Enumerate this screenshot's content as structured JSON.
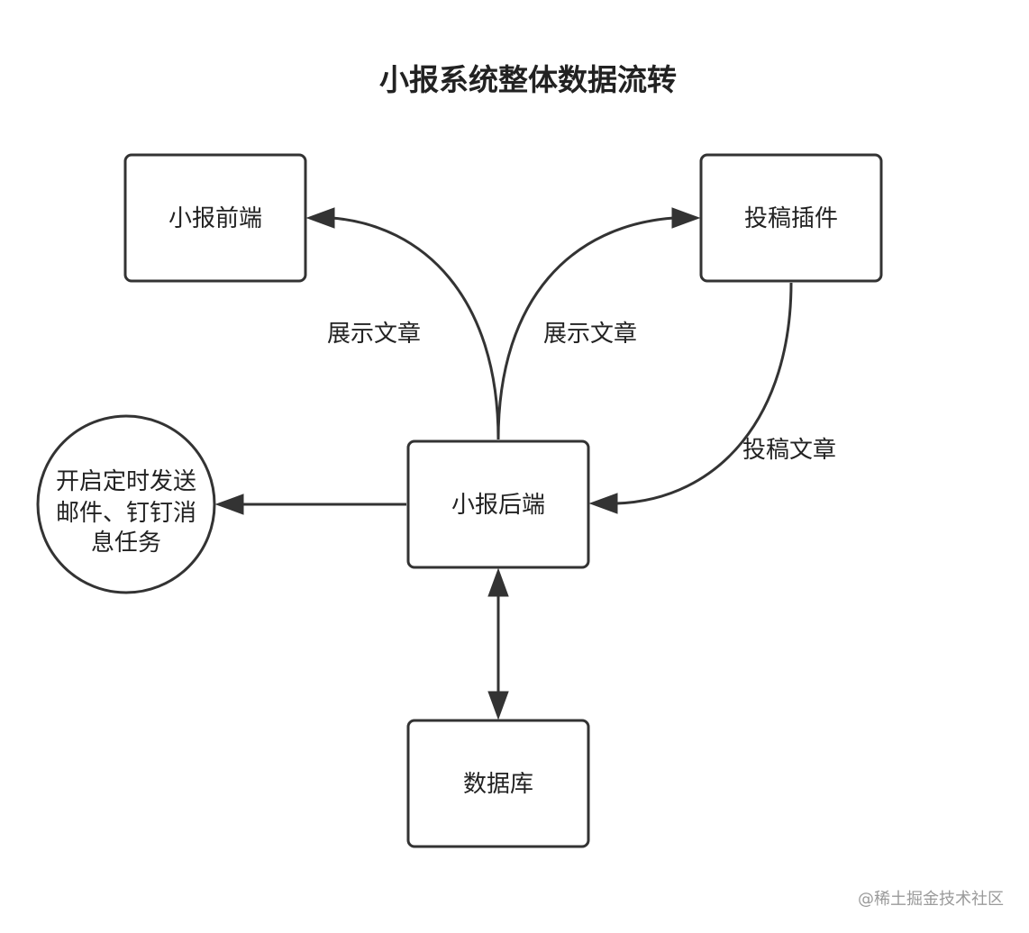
{
  "title": "小报系统整体数据流转",
  "nodes": {
    "frontend": "小报前端",
    "plugin": "投稿插件",
    "backend": "小报后端",
    "database": "数据库",
    "task_line1": "开启定时发送",
    "task_line2": "邮件、钉钉消",
    "task_line3": "息任务"
  },
  "edges": {
    "backend_to_frontend": "展示文章",
    "backend_to_plugin": "展示文章",
    "plugin_to_backend": "投稿文章"
  },
  "watermark": "@稀土掘金技术社区"
}
